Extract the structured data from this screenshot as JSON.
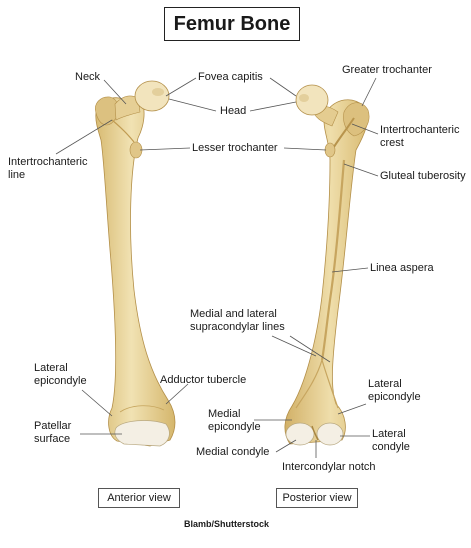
{
  "title": "Femur Bone",
  "labels": {
    "neck": "Neck",
    "fovea_capitis": "Fovea capitis",
    "head": "Head",
    "greater_trochanter": "Greater trochanter",
    "intertrochanteric_line_1": "Intertrochanteric",
    "intertrochanteric_line_2": "line",
    "lesser_trochanter": "Lesser trochanter",
    "intertrochanteric_crest_1": "Intertrochanteric",
    "intertrochanteric_crest_2": "crest",
    "gluteal_tuberosity": "Gluteal tuberosity",
    "linea_aspera": "Linea aspera",
    "supracondylar_1": "Medial and lateral",
    "supracondylar_2": "supracondylar lines",
    "lateral_epicondyle_ant_1": "Lateral",
    "lateral_epicondyle_ant_2": "epicondyle",
    "adductor_tubercle": "Adductor tubercle",
    "medial_epicondyle_1": "Medial",
    "medial_epicondyle_2": "epicondyle",
    "lateral_epicondyle_post_1": "Lateral",
    "lateral_epicondyle_post_2": "epicondyle",
    "patellar_surface_1": "Patellar",
    "patellar_surface_2": "surface",
    "medial_condyle": "Medial condyle",
    "lateral_condyle_1": "Lateral",
    "lateral_condyle_2": "condyle",
    "intercondylar_notch": "Intercondylar notch"
  },
  "views": {
    "anterior": "Anterior view",
    "posterior": "Posterior view"
  },
  "credit": "Blamb/Shutterstock",
  "colors": {
    "bone_fill": "#ecd9a3",
    "bone_shade": "#d9bd78",
    "bone_dark": "#c4a25a",
    "cartilage": "#f4efe4",
    "leader_line": "#555555"
  }
}
